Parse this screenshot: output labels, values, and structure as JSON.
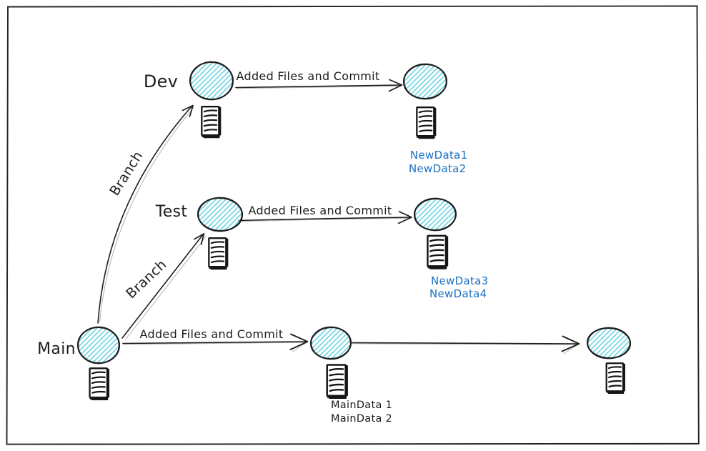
{
  "diagram": {
    "type": "hand-drawn git branching flow",
    "colors": {
      "ink": "#1d1d1d",
      "node_hatch_cyan": "#76d7e4",
      "annotation_blue": "#1971c2"
    },
    "branch_labels": {
      "dev": "Dev",
      "test": "Test",
      "main": "Main"
    },
    "edge_labels": {
      "dev_commit": "Added Files and Commit",
      "test_commit": "Added Files and Commit",
      "main_commit": "Added Files and Commit",
      "branch_to_dev": "Branch",
      "branch_to_test": "Branch"
    },
    "annotations": {
      "dev": [
        "NewData1",
        "NewData2"
      ],
      "test": [
        "NewData3",
        "NewData4"
      ],
      "main": [
        "MainData 1",
        "MainData 2"
      ]
    },
    "icons": {
      "node": "commit-ellipse-node",
      "files": "document-stack-icon"
    }
  }
}
